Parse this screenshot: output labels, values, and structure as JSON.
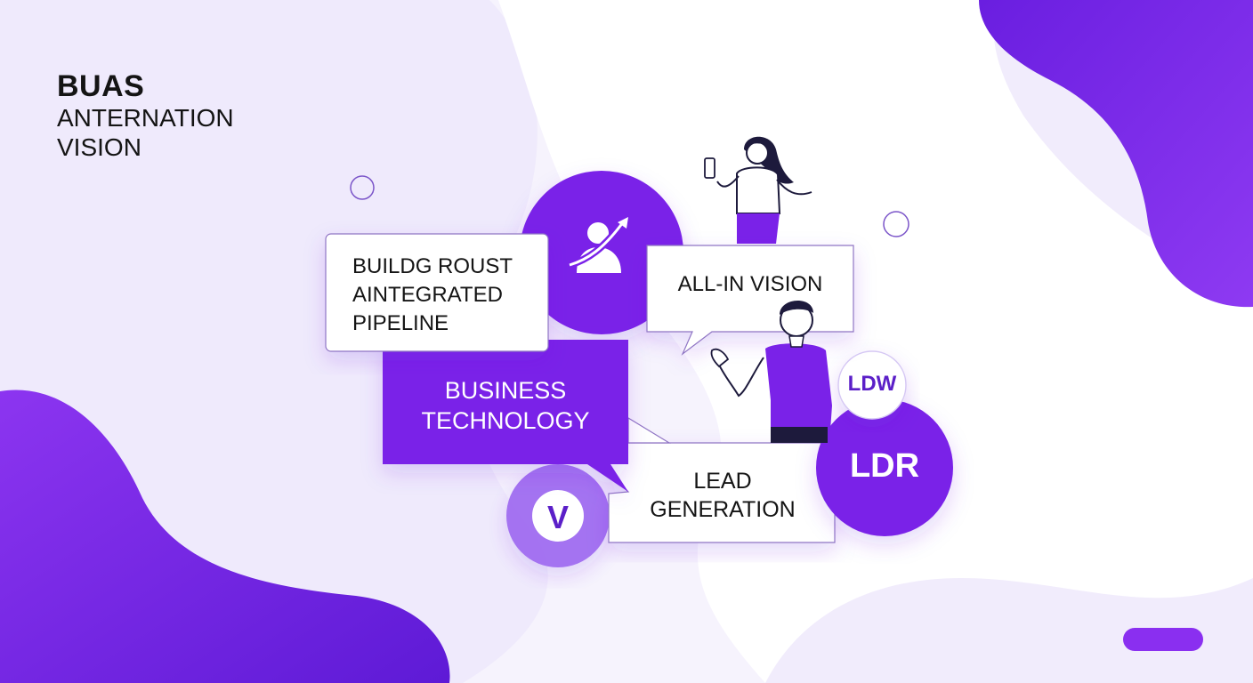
{
  "header": {
    "line1": "BUAS",
    "line2": "ANTERNATION",
    "line3": "VISION"
  },
  "cards": {
    "build": [
      "BUILDG ROUST",
      "AINTEGRATED",
      "PIPELINE"
    ],
    "all_in": "ALL-IN VISION",
    "business": [
      "BUSINESS",
      "TECHNOLOGY"
    ],
    "lead": [
      "LEAD",
      "GENERATION"
    ]
  },
  "badges": {
    "ldw": "LDW",
    "ldr": "LDR",
    "v": "V"
  },
  "icons": {
    "growth": "user-growth-icon"
  },
  "colors": {
    "primary": "#7a22e8",
    "primary_dark": "#5b1fc8",
    "light_purple": "#ece6fb",
    "background": "#f6f3fd"
  }
}
